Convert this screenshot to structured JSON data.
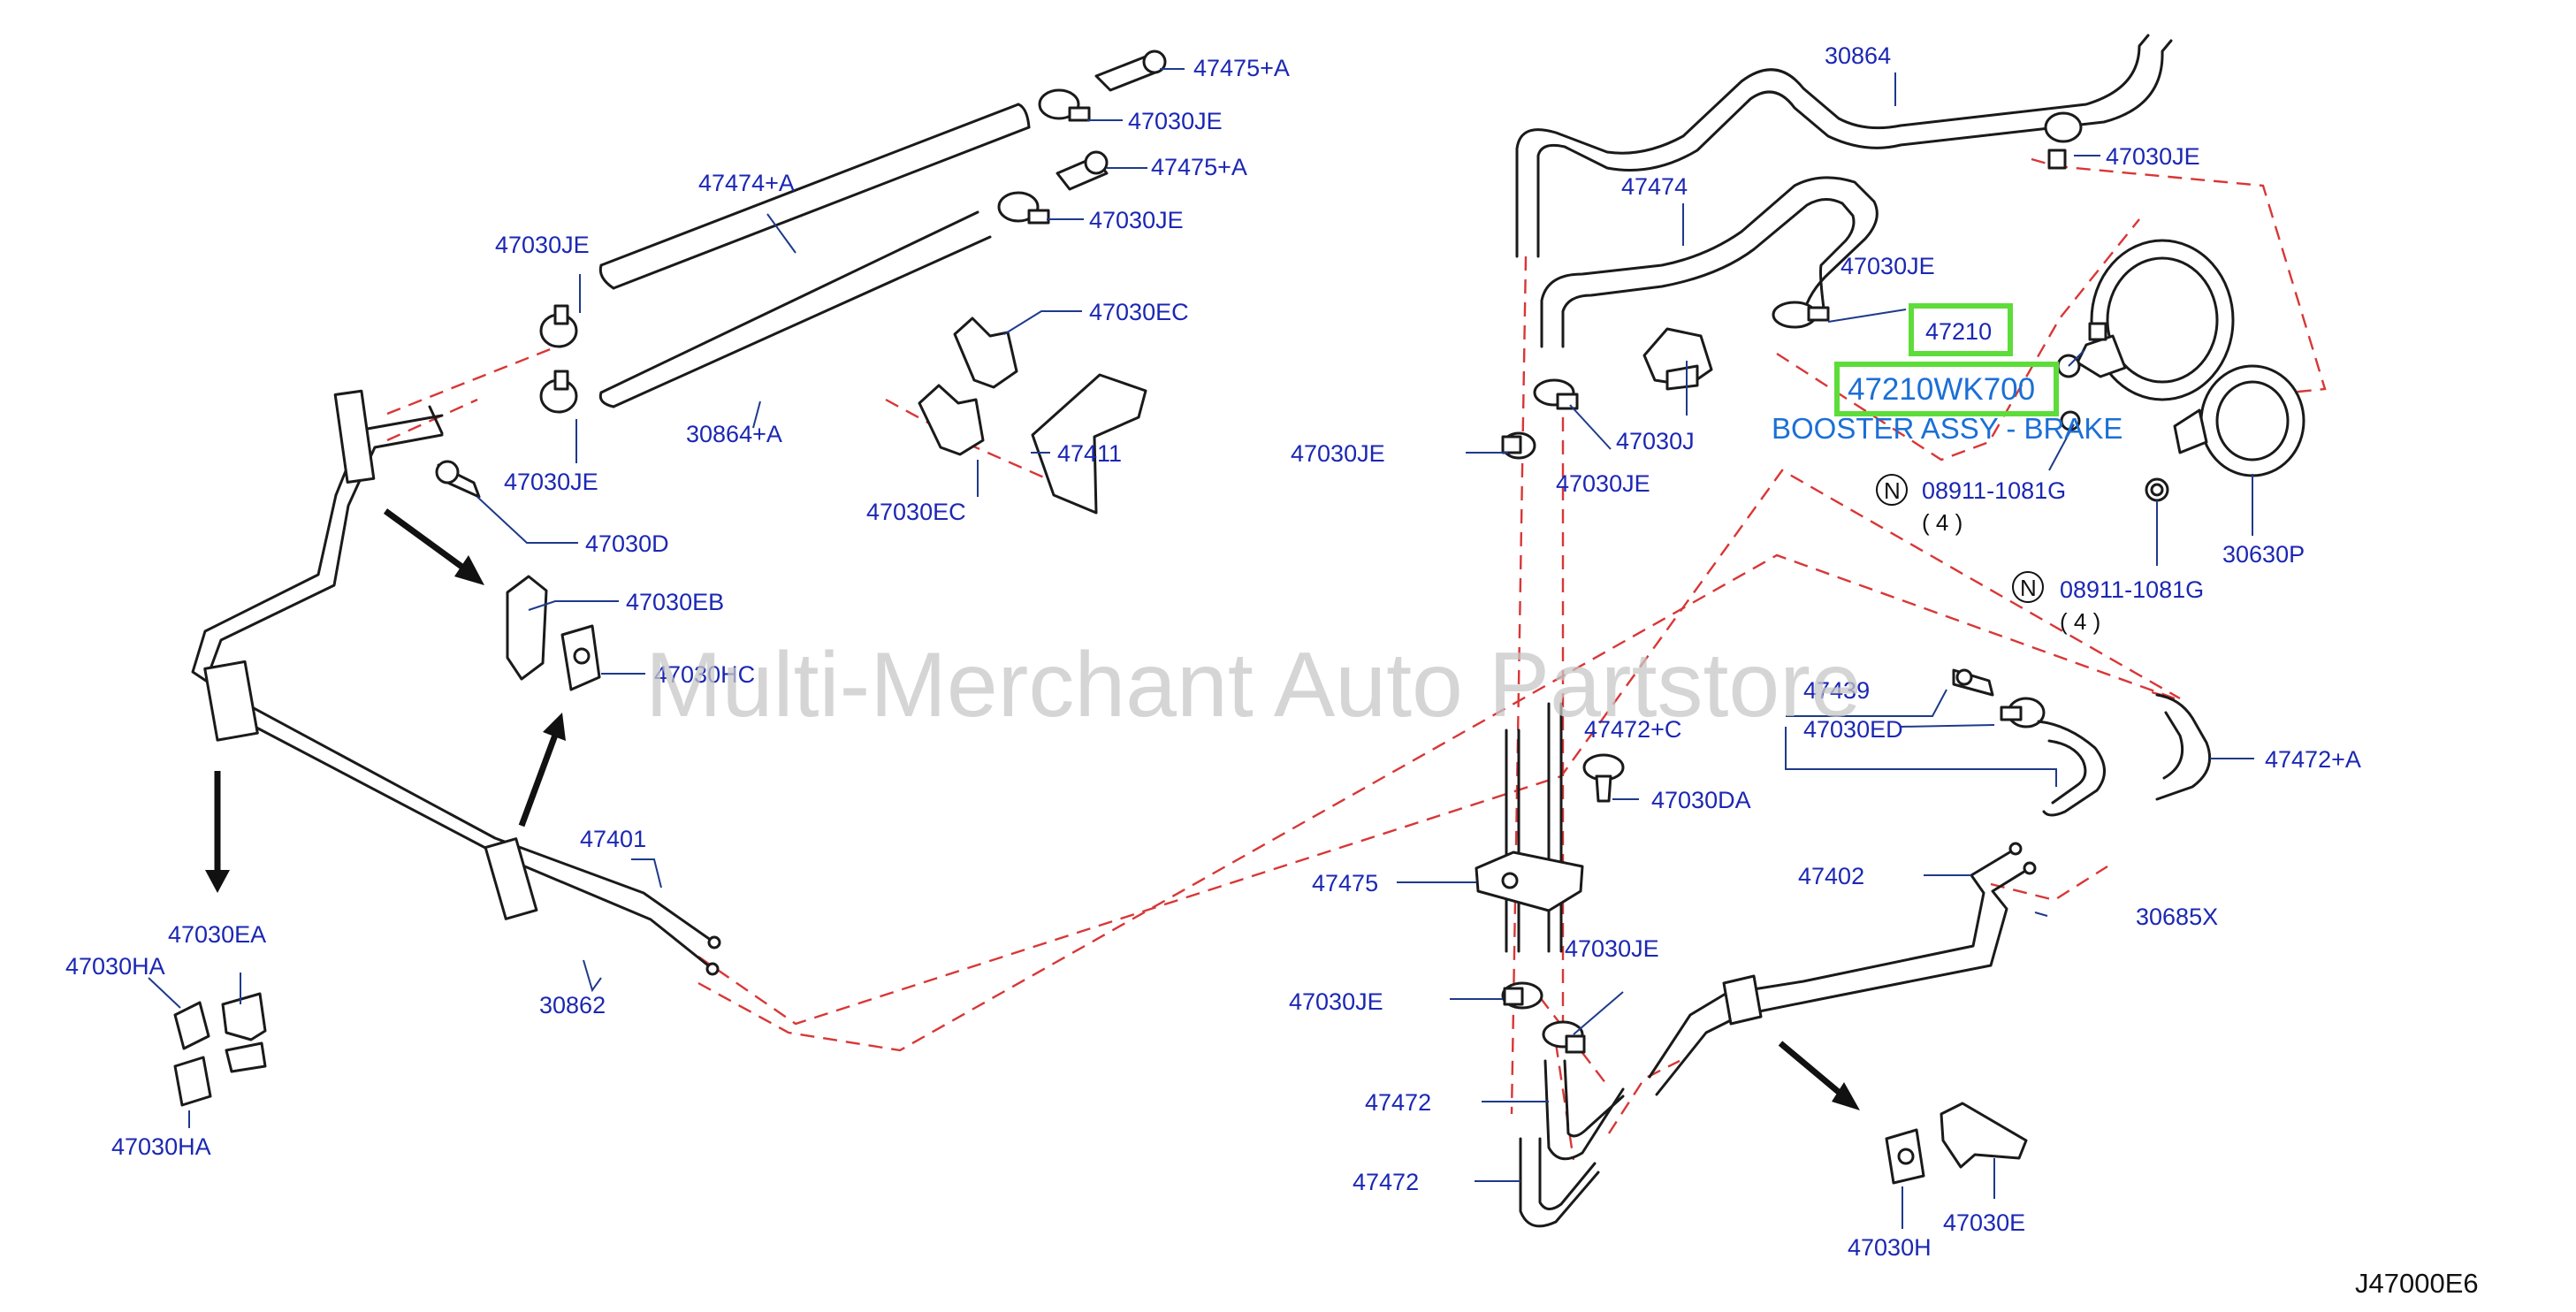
{
  "watermark": "Multi-Merchant Auto Partstore",
  "diagram_code": "J47000E6",
  "colors": {
    "label": "#1b27b3",
    "guide": "#d93636",
    "highlight": "#5ddc3a",
    "highlight_text": "#1b6fd6"
  },
  "highlight": {
    "part": "47210",
    "part_number": "47210WK700",
    "description": "BOOSTER ASSY - BRAKE"
  },
  "labels": [
    "47475+A",
    "47030JE",
    "47475+A",
    "47030JE",
    "47474+A",
    "47030JE",
    "30864+A",
    "47030JE",
    "47030EC",
    "47411",
    "47030EC",
    "47030D",
    "47030EB",
    "47030HC",
    "47401",
    "30862",
    "47030EA",
    "47030HA",
    "47030HA",
    "30864",
    "47474",
    "47030JE",
    "47030JE",
    "47030J",
    "47030JE",
    "47030JE",
    "08911-1081G",
    "08911-1081G",
    "30630P",
    "47439",
    "47472+C",
    "47030ED",
    "47472+A",
    "47030DA",
    "47475",
    "47402",
    "30685X",
    "47030JE",
    "47030JE",
    "47472",
    "47472",
    "47030H",
    "47030E"
  ],
  "quantities": [
    "( 4 )",
    "( 4 )"
  ],
  "nut_symbol": "N"
}
